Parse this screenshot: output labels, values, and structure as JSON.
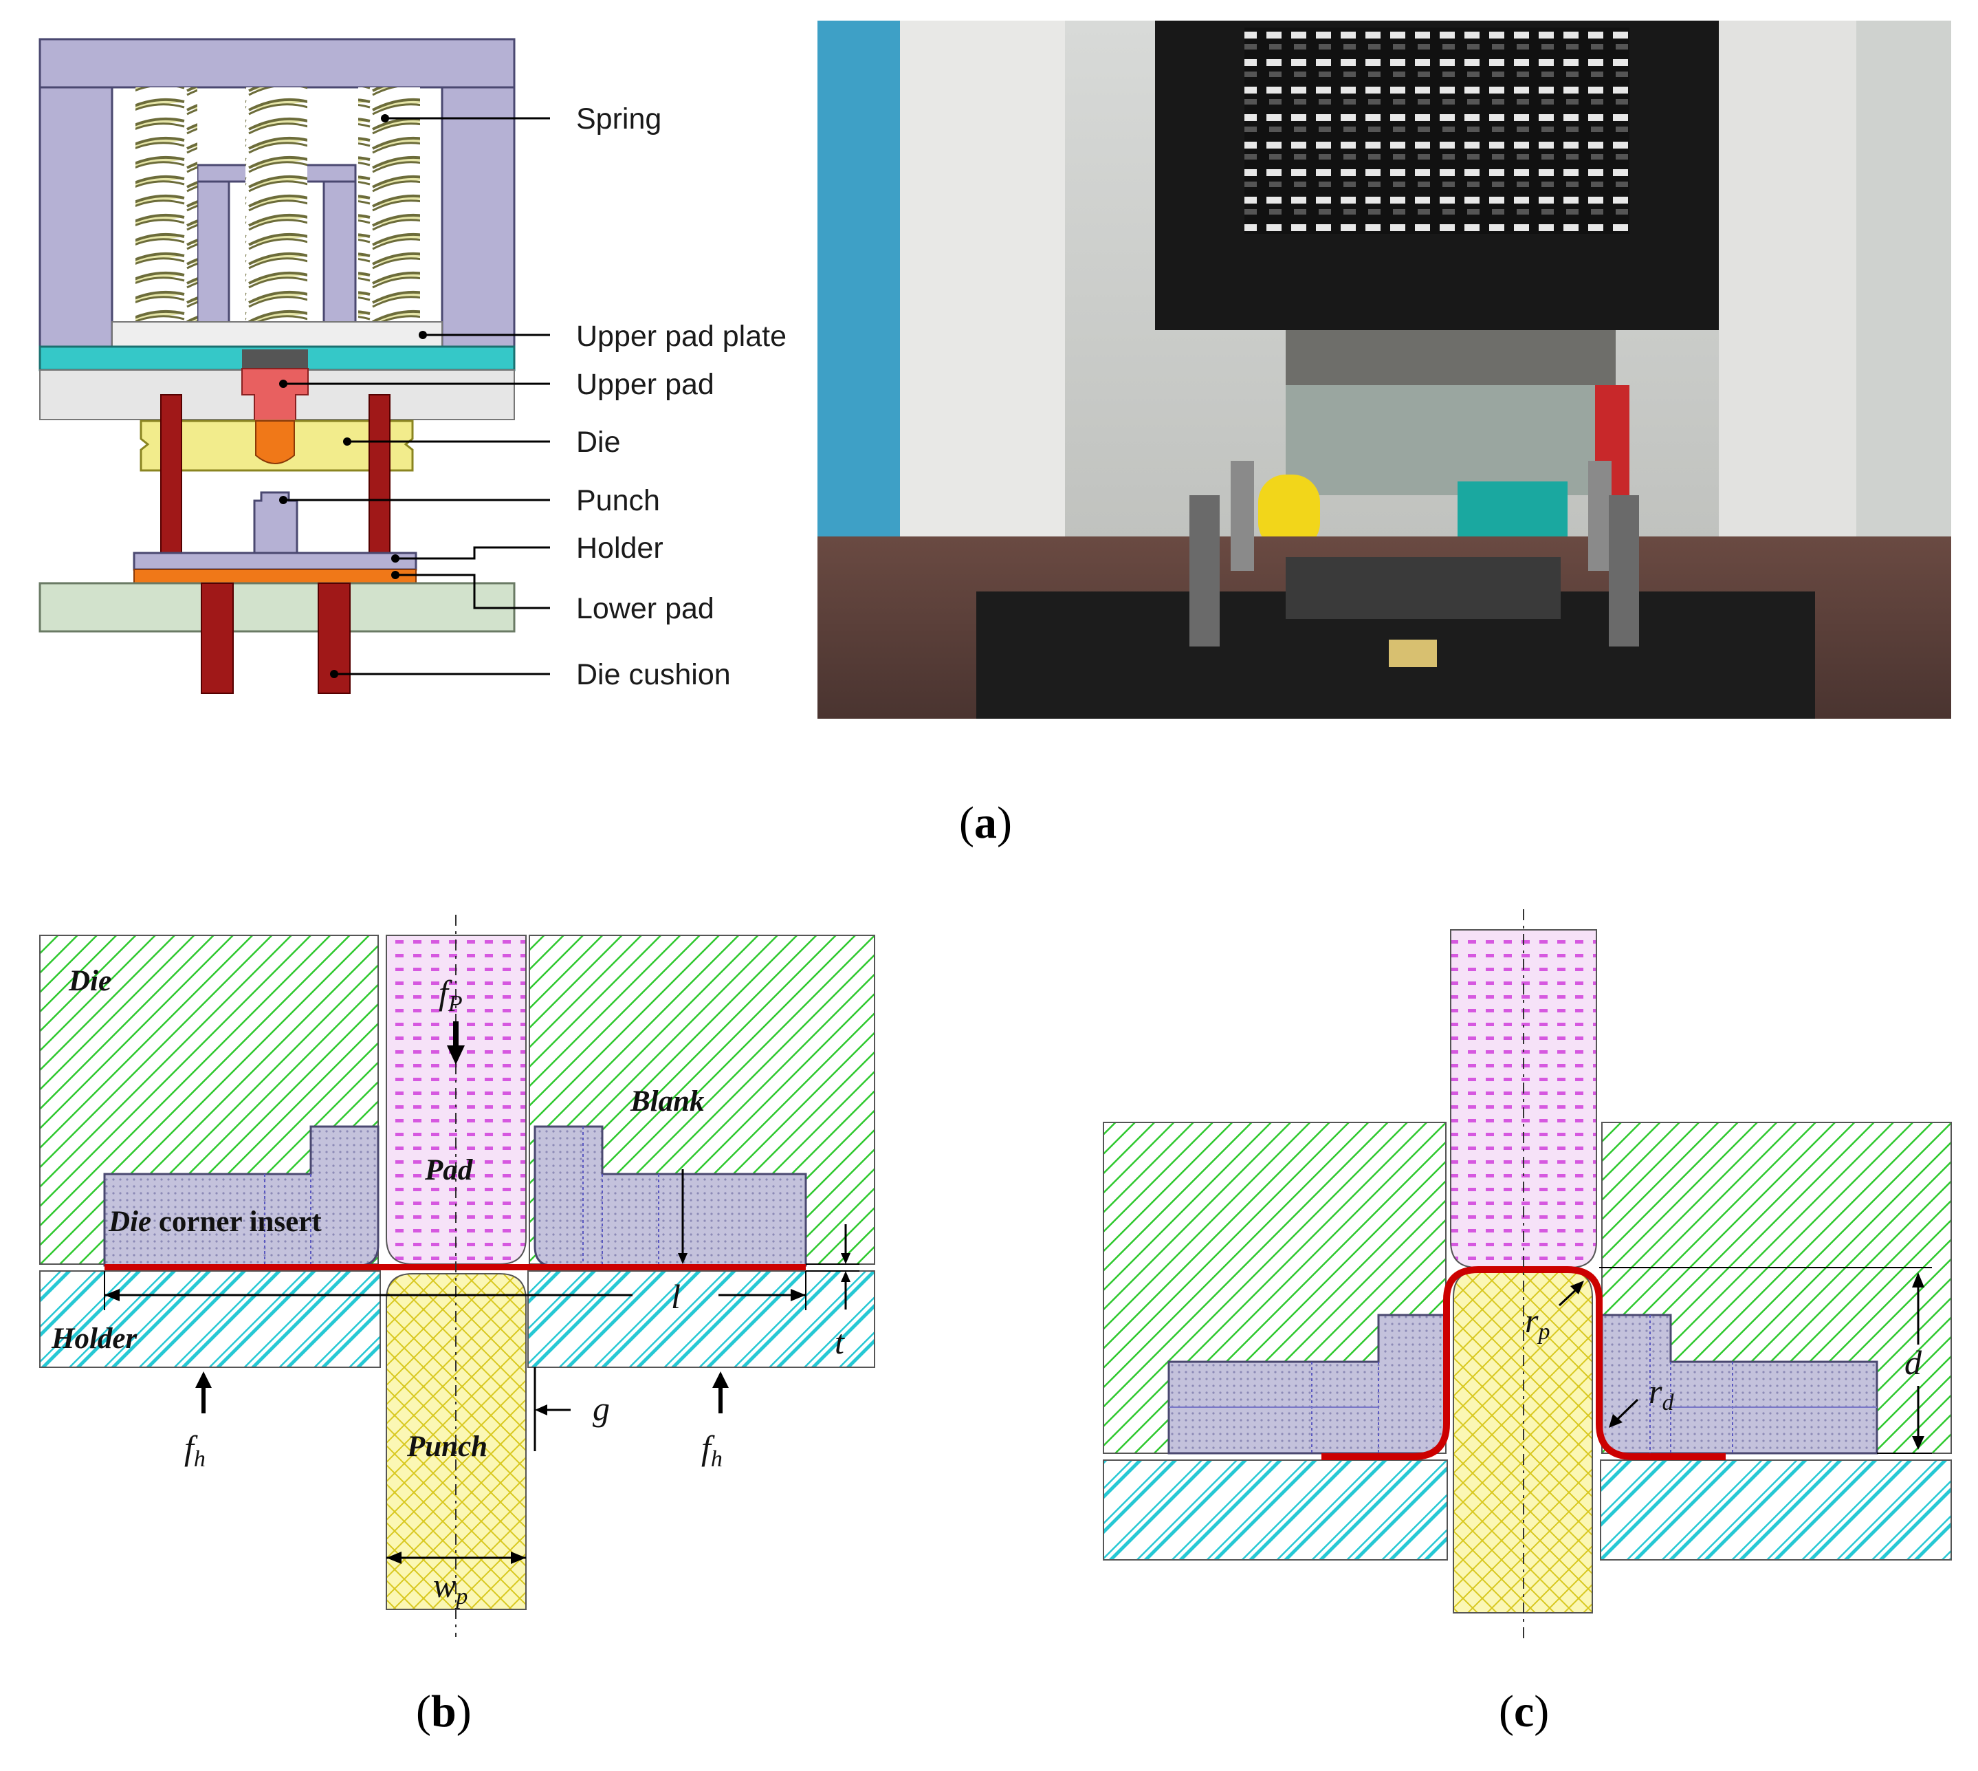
{
  "panel_a": {
    "callouts": [
      "Spring",
      "Upper pad plate",
      "Upper pad",
      "Die",
      "Punch",
      "Holder",
      "Lower pad",
      "Die cushion"
    ],
    "label_open": "(",
    "label_letter": "a",
    "label_close": ")"
  },
  "panel_b": {
    "label_open": "(",
    "label_letter": "b",
    "label_close": ")",
    "die": "Die",
    "pad": "Pad",
    "blank": "Blank",
    "insert_italic": "Die",
    "insert_rest": " corner insert",
    "holder": "Holder",
    "punch": "Punch",
    "sym_fp": "f",
    "sym_fp_sub": "P",
    "sym_fh": "f",
    "sym_fh_sub": "h",
    "sym_l": "l",
    "sym_t": "t",
    "sym_g": "g",
    "sym_wp": "w",
    "sym_wp_sub": "p"
  },
  "panel_c": {
    "label_open": "(",
    "label_letter": "c",
    "label_close": ")",
    "sym_rp": "r",
    "sym_rp_sub": "p",
    "sym_rd": "r",
    "sym_rd_sub": "d",
    "sym_d": "d"
  },
  "colors": {
    "frame": "#b5b1d4",
    "teal": "#35c8c8",
    "light_gray": "#e6e6e6",
    "pad_red": "#e86060",
    "die_yellow": "#f2ec8c",
    "orange": "#f07818",
    "dark_red": "#a01818",
    "spring": "#e6e6a8",
    "base_green": "#d2e2cc",
    "hatch_green": "#2ec82e",
    "hatch_cyan": "#26c8d4",
    "insert_purple": "#b8b6d6",
    "pad_magenta": "#e0a0e8",
    "punch_yellow": "#f6f08c",
    "blank_red": "#cc0000"
  }
}
